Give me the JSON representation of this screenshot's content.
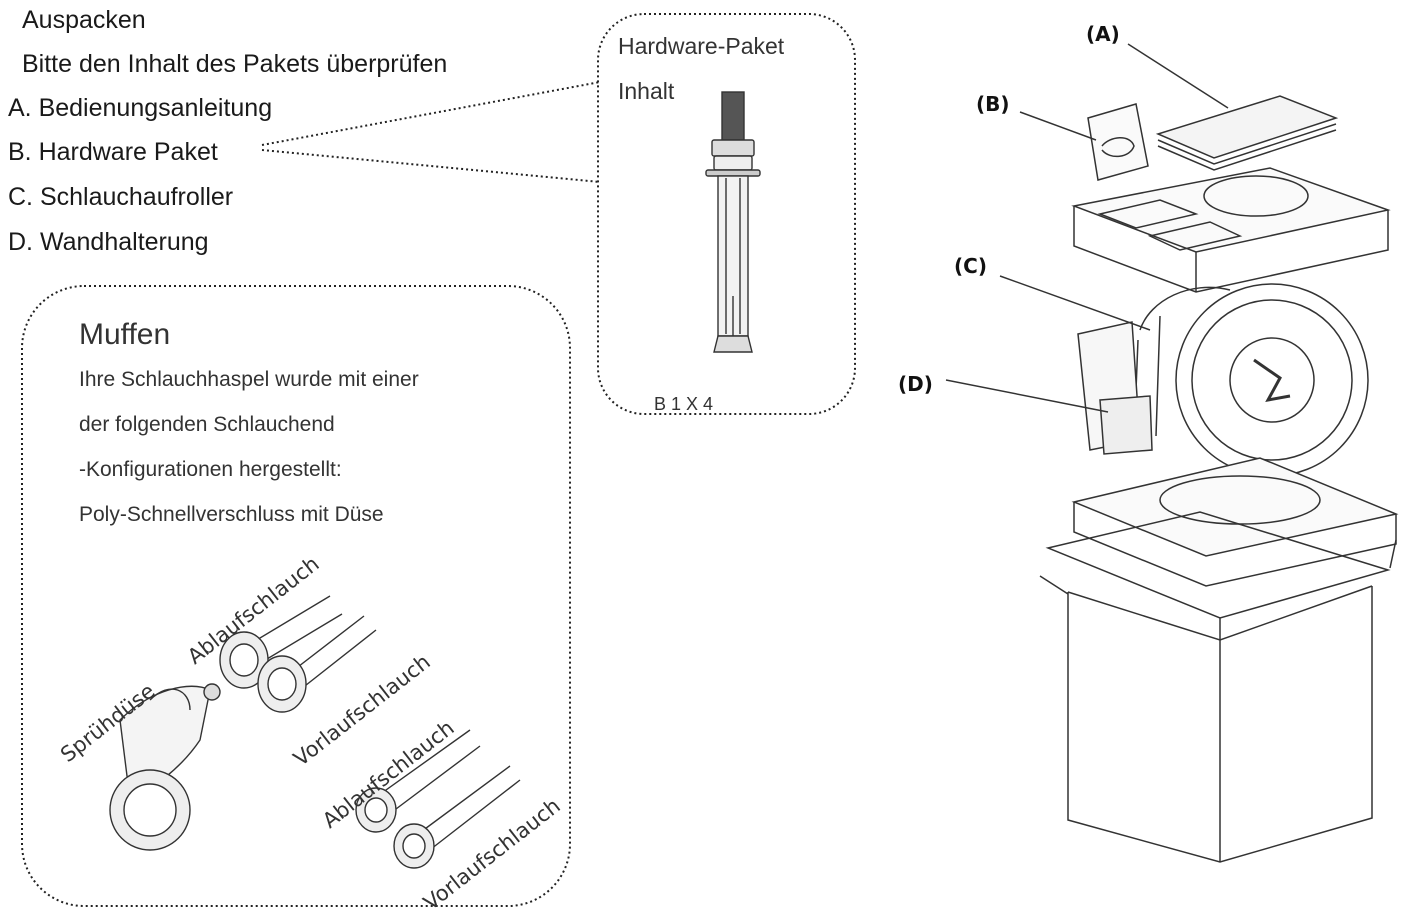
{
  "header": {
    "title": "Auspacken",
    "subtitle": "Bitte den Inhalt des Pakets überprüfen"
  },
  "contents": [
    "A. Bedienungsanleitung",
    "B. Hardware Paket",
    "C. Schlauchaufroller",
    "D. Wandhalterung"
  ],
  "hardware_box": {
    "title": "Hardware-Paket",
    "subtitle": "Inhalt",
    "count": "B 1 X 4"
  },
  "muffen": {
    "title": "Muffen",
    "lines": [
      "Ihre Schlauchhaspel wurde mit einer",
      "der folgenden Schlauchend",
      "-Konfigurationen hergestellt:",
      "Poly-Schnellverschluss mit Düse"
    ],
    "labels": {
      "ablauf_top": "Ablaufschlauch",
      "vorlauf_top": "Vorlaufschlauch",
      "spruehduese": "Sprühdüse",
      "ablauf_bottom": "Ablaufschlauch",
      "vorlauf_bottom": "Vorlaufschlauch"
    }
  },
  "callouts": {
    "a": "(A)",
    "b": "(B)",
    "c": "(C)",
    "d": "(D)"
  }
}
